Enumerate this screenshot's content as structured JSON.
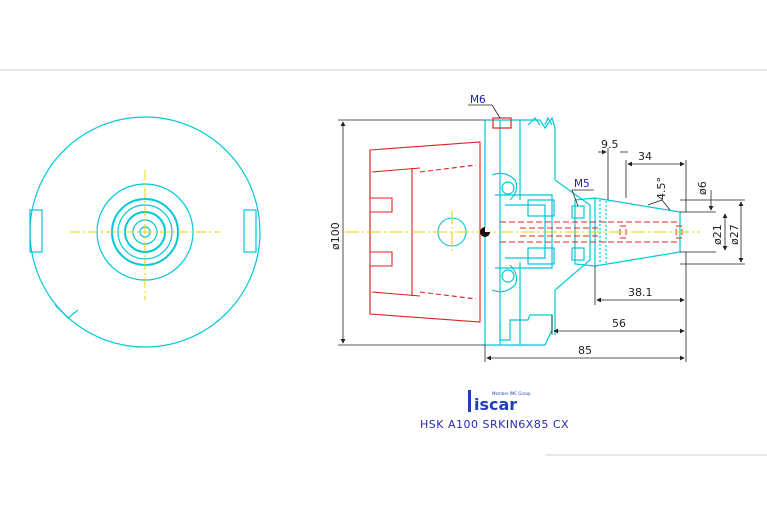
{
  "drawing": {
    "title": "HSK  A100  SRKIN6X85  CX",
    "logo": {
      "brand": "iscar",
      "tagline": "Member IMC Group"
    },
    "thread_labels": [
      "M6",
      "M5"
    ],
    "dimensions": {
      "body_diameter": "ø100",
      "offset": "9.5",
      "cone_length": "34",
      "taper_angle": "4.5°",
      "bore_diameter": "ø6",
      "nose_diameter_small": "ø21",
      "nose_diameter_large": "ø27",
      "clamping_length": "38.1",
      "projection": "56",
      "overall_length": "85"
    },
    "colors": {
      "outline": "#00c8d8",
      "hidden": "#e02020",
      "centerline": "#e6d600",
      "dimension": "#222222",
      "label": "#1a1ab0"
    }
  }
}
